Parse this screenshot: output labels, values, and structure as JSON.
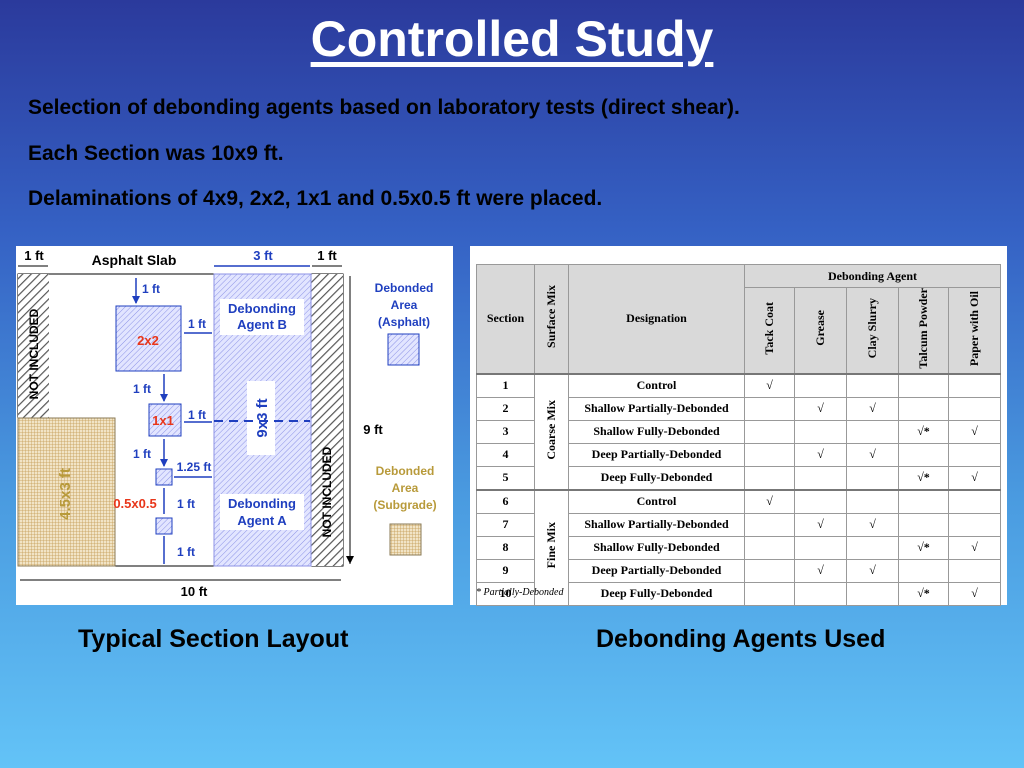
{
  "slide": {
    "title": "Controlled Study",
    "bullets": [
      "Selection of debonding agents based on laboratory tests (direct shear).",
      "Each Section was 10x9 ft.",
      "Delaminations of 4x9, 2x2, 1x1 and 0.5x0.5 ft were placed."
    ],
    "caption_left": "Typical Section Layout",
    "caption_right": "Debonding Agents Used"
  },
  "layout_diagram": {
    "dim_top_left": "1 ft",
    "asphalt_slab": "Asphalt Slab",
    "dim_top_mid": "3 ft",
    "dim_top_right": "1 ft",
    "not_included_left": "NOT INCLUDED",
    "not_included_right": "NOT INCLUDED",
    "d_1ft_a": "1 ft",
    "d_1ft_b": "1 ft",
    "d_1ft_c": "1 ft",
    "d_1ft_d": "1 ft",
    "d_1ft_e": "1 ft",
    "d_1ft_f": "1 ft",
    "d_1ft_g": "1 ft",
    "d_125ft": "1.25 ft",
    "sq_2x2": "2x2",
    "sq_1x1": "1x1",
    "sq_05": "0.5x0.5",
    "lbl_45x3": "4.5x3 ft",
    "lbl_9x3": "9x3 ft",
    "agent_b": [
      "Debonding",
      "Agent B"
    ],
    "agent_a": [
      "Debonding",
      "Agent A"
    ],
    "dim_9ft": "9 ft",
    "dim_10ft": "10 ft",
    "legend_asphalt": [
      "Debonded",
      "Area",
      "(Asphalt)"
    ],
    "legend_subgrade": [
      "Debonded",
      "Area",
      "(Subgrade)"
    ],
    "colors": {
      "blue": "#1f3fbf",
      "red": "#e8361a",
      "gold": "#b89a3a"
    }
  },
  "table": {
    "header_section": "Section",
    "header_surface_mix": "Surface Mix",
    "header_designation": "Designation",
    "header_group": "Debonding Agent",
    "agents": [
      "Tack Coat",
      "Grease",
      "Clay Slurry",
      "Talcum Powder",
      "Paper with Oil"
    ],
    "groups": [
      {
        "mix": "Coarse Mix",
        "rows": [
          {
            "section": "1",
            "designation": "Control",
            "marks": [
              "√",
              "",
              "",
              "",
              ""
            ]
          },
          {
            "section": "2",
            "designation": "Shallow Partially-Debonded",
            "marks": [
              "",
              "√",
              "√",
              "",
              ""
            ]
          },
          {
            "section": "3",
            "designation": "Shallow Fully-Debonded",
            "marks": [
              "",
              "",
              "",
              "√*",
              "√"
            ]
          },
          {
            "section": "4",
            "designation": "Deep Partially-Debonded",
            "marks": [
              "",
              "√",
              "√",
              "",
              ""
            ]
          },
          {
            "section": "5",
            "designation": "Deep Fully-Debonded",
            "marks": [
              "",
              "",
              "",
              "√*",
              "√"
            ]
          }
        ]
      },
      {
        "mix": "Fine Mix",
        "rows": [
          {
            "section": "6",
            "designation": "Control",
            "marks": [
              "√",
              "",
              "",
              "",
              ""
            ]
          },
          {
            "section": "7",
            "designation": "Shallow Partially-Debonded",
            "marks": [
              "",
              "√",
              "√",
              "",
              ""
            ]
          },
          {
            "section": "8",
            "designation": "Shallow Fully-Debonded",
            "marks": [
              "",
              "",
              "",
              "√*",
              "√"
            ]
          },
          {
            "section": "9",
            "designation": "Deep Partially-Debonded",
            "marks": [
              "",
              "√",
              "√",
              "",
              ""
            ]
          },
          {
            "section": "10",
            "designation": "Deep Fully-Debonded",
            "marks": [
              "",
              "",
              "",
              "√*",
              "√"
            ]
          }
        ]
      }
    ],
    "footnote": "* Partially-Debonded"
  }
}
